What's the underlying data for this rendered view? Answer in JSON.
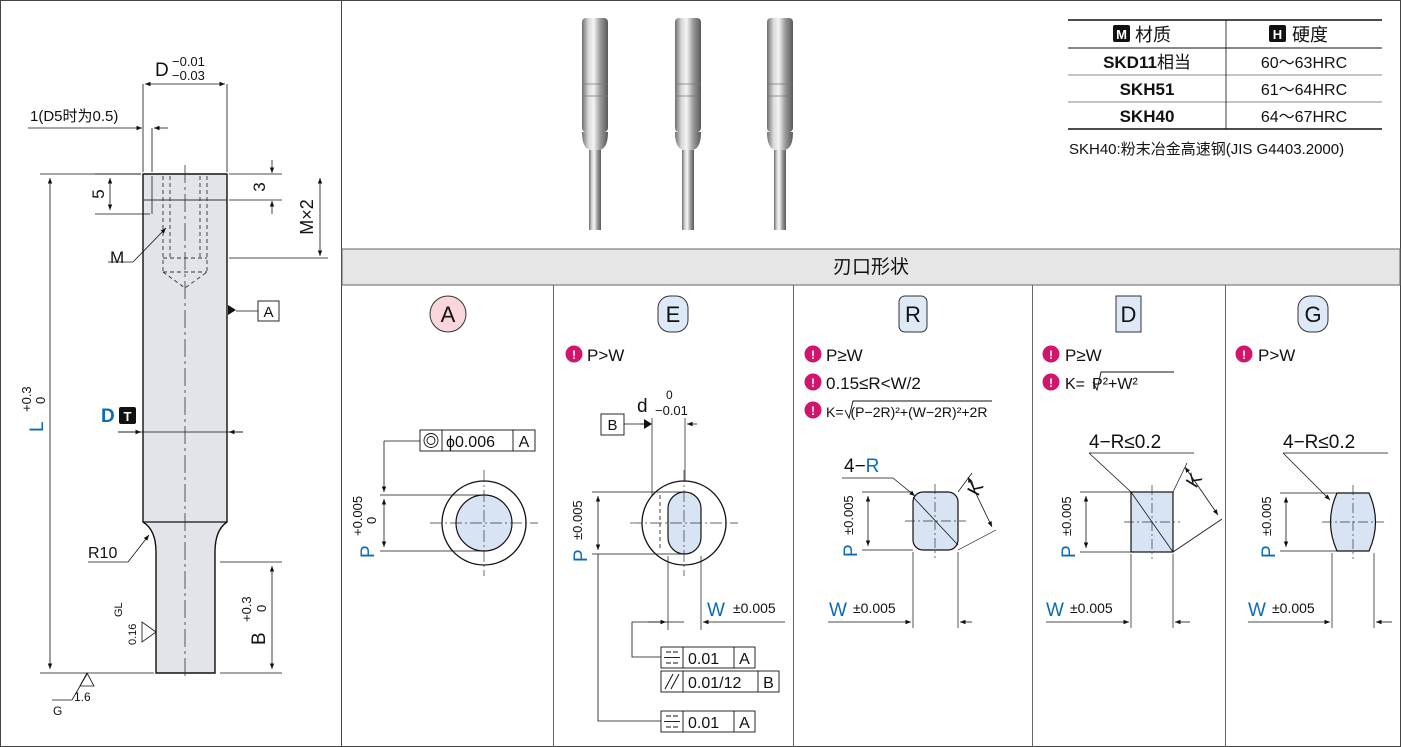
{
  "drawing": {
    "dim_d": "D",
    "dim_d_tol_upper": "−0.01",
    "dim_d_tol_lower": "−0.03",
    "dim_step": "1(D5时为0.5)",
    "dim_5": "5",
    "dim_3": "3",
    "dim_mx2": "M×2",
    "label_m": "M",
    "datum_a": "A",
    "dim_l": "L",
    "dim_l_tol_upper": "+0.3",
    "dim_l_tol_lower": "0",
    "label_d": "D",
    "label_t_badge": "T",
    "label_r10": "R10",
    "dim_b": "B",
    "dim_b_tol_upper": "+0.3",
    "dim_b_tol_lower": "0",
    "rough_gl": "GL",
    "rough_016": "0.16",
    "rough_16": "1.6",
    "rough_g": "G"
  },
  "materials": {
    "header_material_badge": "M",
    "header_material": "材质",
    "header_hardness_badge": "H",
    "header_hardness": "硬度",
    "rows": [
      {
        "material": "SKD11",
        "suffix": "相当",
        "hardness": "60～63HRC"
      },
      {
        "material": "SKH51",
        "suffix": "",
        "hardness": "61～64HRC"
      },
      {
        "material": "SKH40",
        "suffix": "",
        "hardness": "64～67HRC"
      }
    ],
    "note": "SKH40:粉末冶金高速钢(JIS G4403.2000)"
  },
  "section_title": "刃口形状",
  "shapes": {
    "A": {
      "label": "A",
      "concentricity": "ϕ0.006",
      "datum": "A",
      "p_label": "P",
      "p_tol_upper": "+0.005",
      "p_tol_lower": "0"
    },
    "E": {
      "label": "E",
      "cond1": "P>W",
      "d_label": "d",
      "d_tol_upper": "0",
      "d_tol_lower": "−0.01",
      "datum_b": "B",
      "p_label": "P",
      "p_tol": "±0.005",
      "w_label": "W",
      "w_tol": "±0.005",
      "sym1_value": "0.01",
      "sym1_datum": "A",
      "par_value": "0.01/12",
      "par_datum": "B",
      "sym2_value": "0.01",
      "sym2_datum": "A"
    },
    "R": {
      "label": "R",
      "cond1": "P≥W",
      "cond2": "0.15≤R<W/2",
      "cond3_prefix": "K=",
      "cond3_radicand": "(P−2R)²+(W−2R)²",
      "cond3_suffix": "+2R",
      "r_prefix": "4−",
      "r_label": "R",
      "k_label": "K",
      "p_label": "P",
      "p_tol": "±0.005",
      "w_label": "W",
      "w_tol": "±0.005"
    },
    "D": {
      "label": "D",
      "cond1": "P≥W",
      "cond2_prefix": "K=",
      "cond2_radicand": "P²+W²",
      "r_note": "4−R≤0.2",
      "k_label": "K",
      "p_label": "P",
      "p_tol": "±0.005",
      "w_label": "W",
      "w_tol": "±0.005"
    },
    "G": {
      "label": "G",
      "cond1": "P>W",
      "r_note": "4−R≤0.2",
      "p_label": "P",
      "p_tol": "±0.005",
      "w_label": "W",
      "w_tol": "±0.005"
    }
  }
}
